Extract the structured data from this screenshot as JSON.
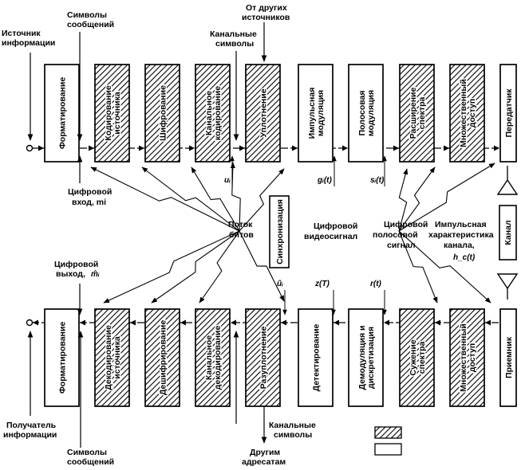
{
  "colors": {
    "ink": "#000000",
    "paper": "#ffffff"
  },
  "tx_blocks": [
    {
      "label": "Форматирование",
      "fill": "plain"
    },
    {
      "label": "Кодирование\nисточника",
      "fill": "hatched"
    },
    {
      "label": "Шифрование",
      "fill": "hatched"
    },
    {
      "label": "Канальное\nкодирование",
      "fill": "hatched"
    },
    {
      "label": "Уплотнение",
      "fill": "hatched"
    },
    {
      "label": "Импульсная\nмодуляция",
      "fill": "plain"
    },
    {
      "label": "Полосовая\nмодуляция",
      "fill": "plain"
    },
    {
      "label": "Расширение\nспектра",
      "fill": "hatched"
    },
    {
      "label": "Множественный\nдоступ",
      "fill": "hatched"
    },
    {
      "label": "Передатчик",
      "fill": "plain"
    }
  ],
  "rx_blocks": [
    {
      "label": "Форматирование",
      "fill": "plain"
    },
    {
      "label": "Декодирование\nисточника",
      "fill": "hatched"
    },
    {
      "label": "Дешифрирование",
      "fill": "hatched"
    },
    {
      "label": "Канальное\nдекодирование",
      "fill": "hatched"
    },
    {
      "label": "Разуплотнение",
      "fill": "hatched"
    },
    {
      "label": "Детектирование",
      "fill": "plain"
    },
    {
      "label": "Демодуляция и\nдискретизация",
      "fill": "plain"
    },
    {
      "label": "Сужение\nспектра",
      "fill": "hatched"
    },
    {
      "label": "Множественный\nдоступ",
      "fill": "hatched"
    },
    {
      "label": "Приемник",
      "fill": "plain"
    }
  ],
  "channel": {
    "label": "Канал"
  },
  "sync": {
    "label": "Синхронизация"
  },
  "labels": {
    "source_info": "Источник\nинформации",
    "msg_symbols_top": "Символы\nсообщений",
    "from_other_sources": "От других\nисточников",
    "channel_symbols_top": "Канальные\nсимволы",
    "digital_input": "Цифровой\nвход, mi",
    "bit_stream": "Поток\nбитов",
    "digital_video": "Цифровой\nвидеосигнал",
    "digital_bandpass": "Цифровой\nполосовой\nсигнал",
    "impulse_response": "Импульсная\nхарактеристика\nканала,",
    "digital_output": "Цифровой\nвыход,",
    "receiver_info": "Получатель\nинформации",
    "msg_symbols_bottom": "Символы\nсообщений",
    "channel_symbols_bottom": "Канальные\nсимволы",
    "to_other_addressees": "Другим\nадресатам"
  },
  "symbols": {
    "u_i": "uᵢ",
    "g_i": "gᵢ(t)",
    "s_i": "sᵢ(t)",
    "u_hat_i": "ûᵢ",
    "z_T": "z(T)",
    "r_t": "r(t)",
    "h_c": "h_c(t)",
    "m_hat_i": "m̂ᵢ"
  }
}
